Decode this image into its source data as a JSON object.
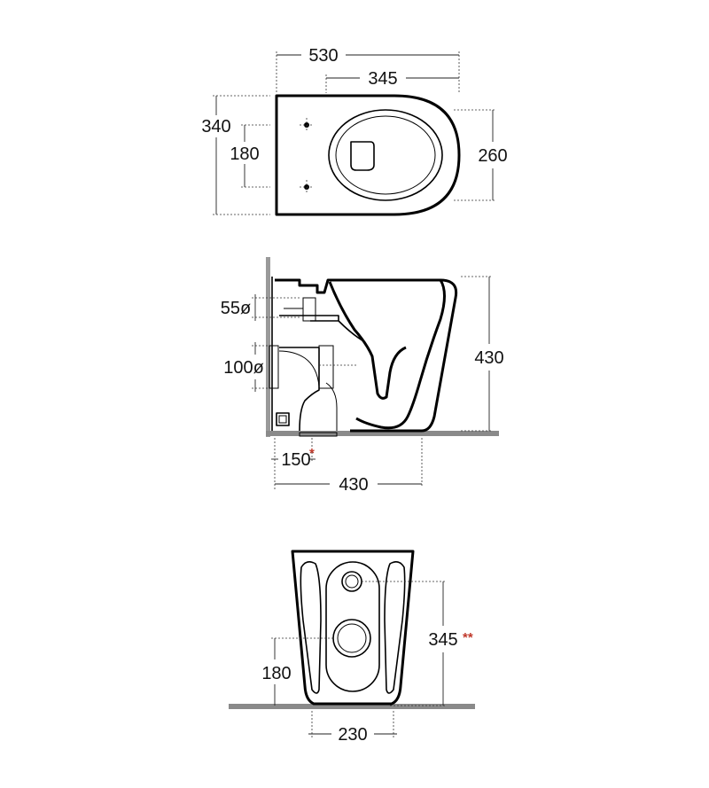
{
  "top_view": {
    "length": "530",
    "bowl_length": "345",
    "width": "340",
    "fixing_spacing": "180",
    "bowl_width": "260"
  },
  "side_view": {
    "inlet_diameter": "55ø",
    "outlet_diameter": "100ø",
    "height": "430",
    "outlet_offset": "150",
    "outlet_offset_note": "*",
    "depth": "430"
  },
  "rear_view": {
    "inlet_height": "345",
    "inlet_height_note": "**",
    "outlet_height": "180",
    "base_width": "230"
  },
  "colors": {
    "line": "#000000",
    "floor": "#8a8a8a",
    "note": "#c0392b"
  }
}
